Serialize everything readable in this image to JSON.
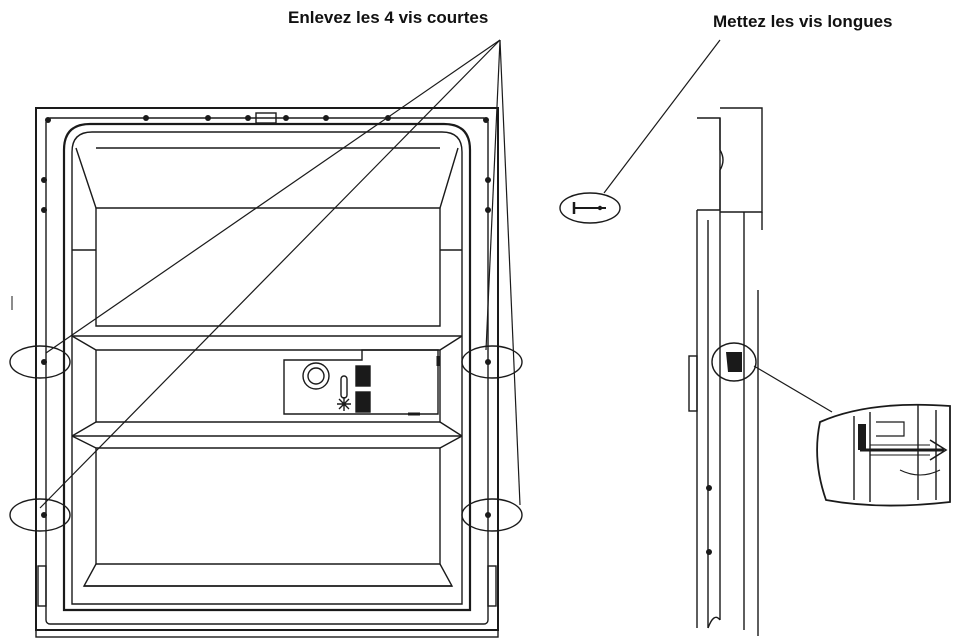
{
  "labels": {
    "remove_short_screws": "Enlevez les 4 vis courtes",
    "insert_long_screws": "Mettez les vis longues"
  },
  "callouts": {
    "short_screw_count": 4
  },
  "icons": {
    "door_front": "dishwasher-door-front-view",
    "door_side": "dishwasher-door-side-view",
    "long_screw": "long-screw-icon",
    "detail_zoom": "screw-detail-zoom"
  },
  "colors": {
    "line": "#1a1a1a",
    "background": "#ffffff"
  }
}
